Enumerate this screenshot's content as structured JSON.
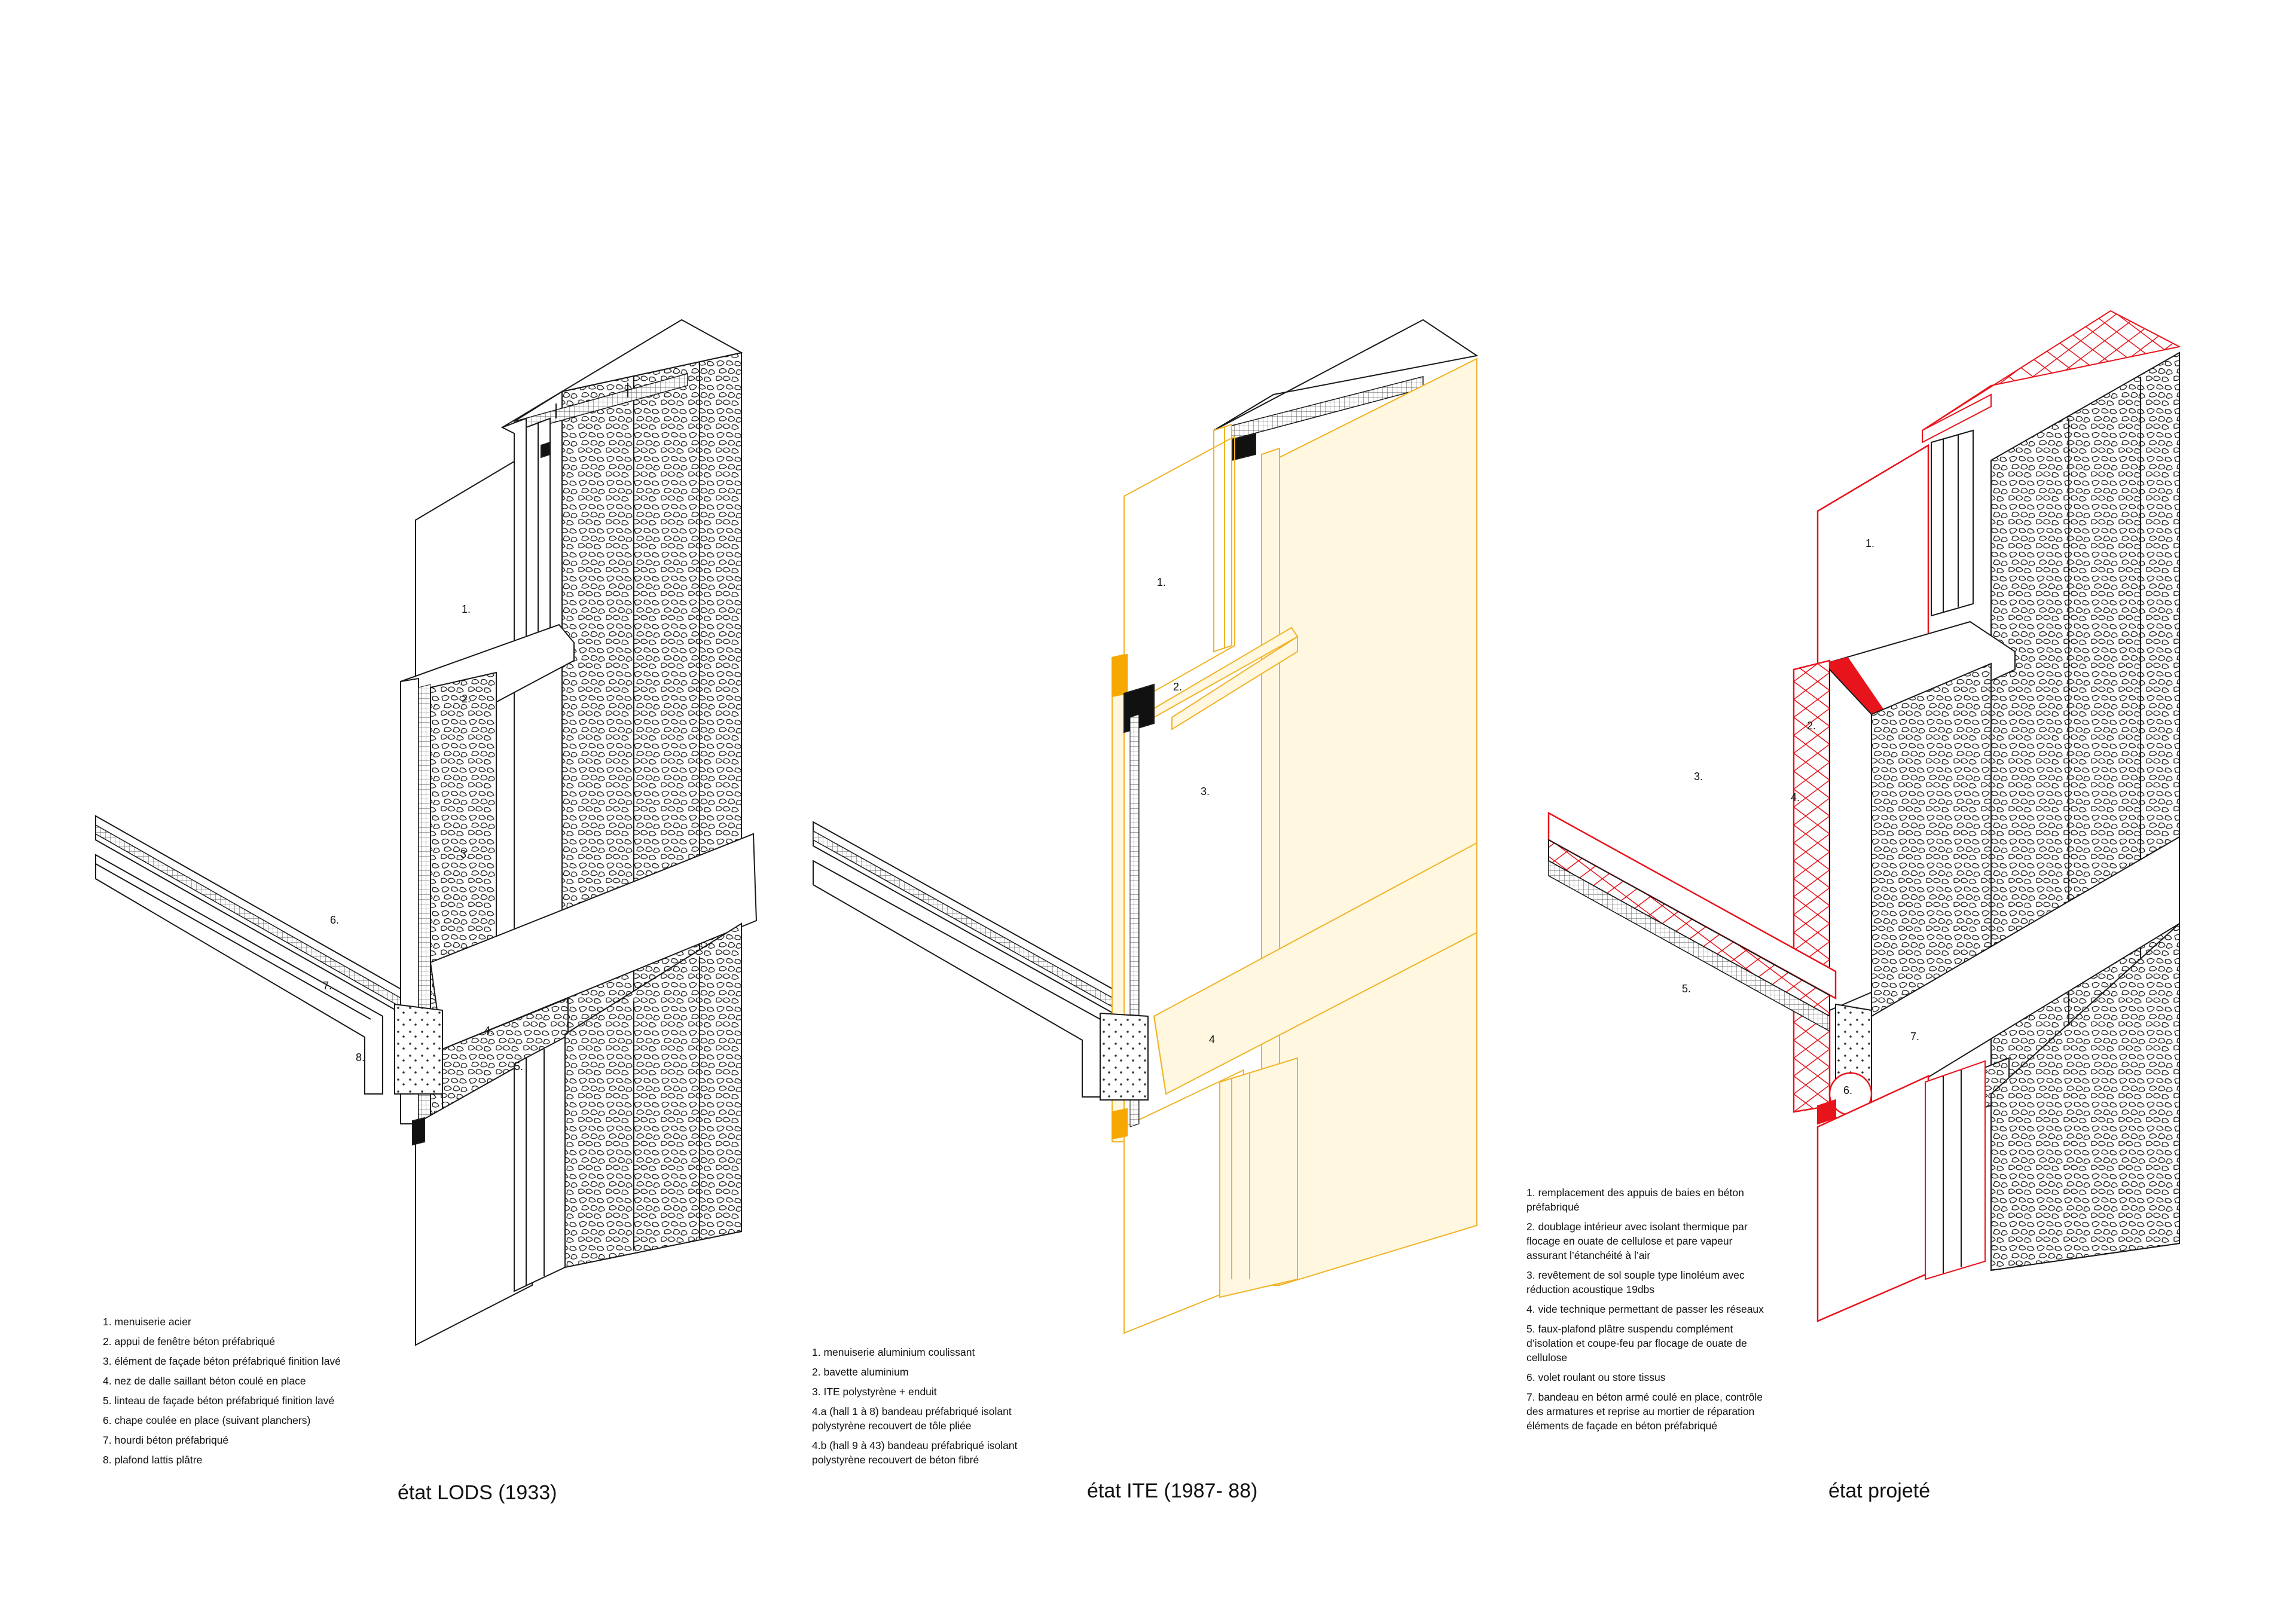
{
  "colors": {
    "line": "#1a1a1a",
    "ite_line": "#f0b429",
    "ite_fill": "#fff7df",
    "ite_accent": "#f7a800",
    "projet_red": "#e8141c",
    "insulation_grey": "#d8d8d8"
  },
  "panels": [
    {
      "id": "lods",
      "caption": "état LODS (1933)",
      "labels": [
        "1.",
        "2.",
        "3.",
        "4.",
        "5.",
        "6.",
        "7.",
        "8."
      ],
      "legend": [
        "1. menuiserie acier",
        "2. appui de fenêtre béton préfabriqué",
        "3. élément de façade béton préfabriqué finition lavé",
        "4. nez de dalle saillant béton coulé en place",
        "5. linteau de façade béton préfabriqué finition lavé",
        "6. chape coulée en place (suivant planchers)",
        "7. hourdi béton préfabriqué",
        "8. plafond lattis plâtre"
      ]
    },
    {
      "id": "ite",
      "caption": "état ITE  (1987- 88)",
      "labels": [
        "1.",
        "2.",
        "3.",
        "4"
      ],
      "legend": [
        "1. menuiserie aluminium coulissant",
        "2. bavette aluminium",
        "3. ITE polystyrène + enduit",
        "4.a (hall 1 à 8) bandeau préfabriqué isolant\npolystyrène recouvert de tôle pliée",
        "4.b (hall 9 à 43) bandeau préfabriqué isolant\npolystyrène recouvert de béton fibré"
      ]
    },
    {
      "id": "projet",
      "caption": "état projeté",
      "labels": [
        "1.",
        "2.",
        "3.",
        "4.",
        "5.",
        "6.",
        "7."
      ],
      "legend": [
        "1. remplacement des appuis de baies en béton\npréfabriqué",
        "2. doublage intérieur avec isolant thermique par\nflocage en ouate de cellulose et pare vapeur\nassurant l’étanchéité à l’air",
        "3. revêtement de sol souple type linoléum avec\nréduction acoustique 19dbs",
        "4. vide technique permettant de passer les réseaux",
        "5. faux-plafond plâtre suspendu complément\nd’isolation et coupe-feu par flocage de ouate de\ncellulose",
        "6. volet roulant ou store tissus",
        "7. bandeau en béton armé coulé en place, contrôle\ndes armatures et reprise au mortier de réparation\néléments de façade en béton préfabriqué"
      ]
    }
  ]
}
